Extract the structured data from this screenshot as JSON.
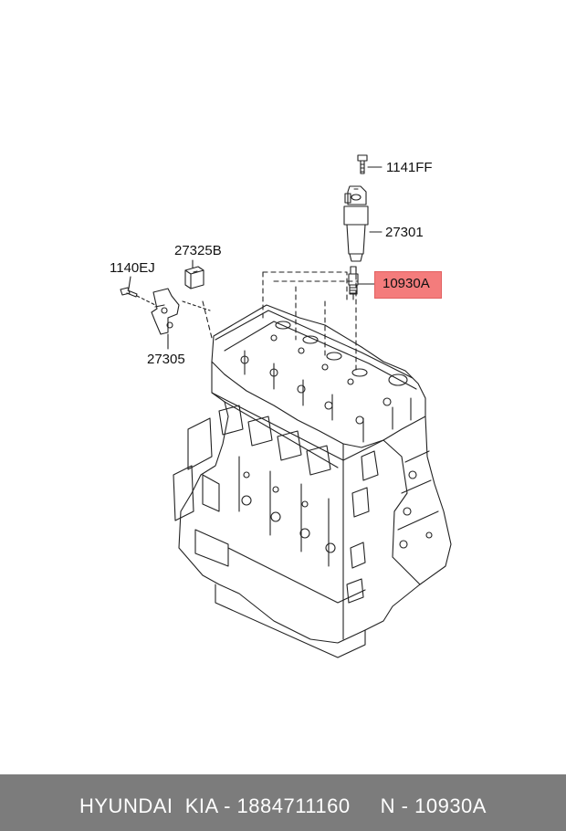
{
  "labels": {
    "bolt": "1141FF",
    "coil": "27301",
    "spark_plug": "10930A",
    "sensor": "27325B",
    "screw": "1140EJ",
    "bracket": "27305"
  },
  "highlight_color": "#f47c7c",
  "footer": {
    "text": "HYUNDAI  KIA - 1884711160     N - 10930A",
    "background": "#7c7c7c"
  },
  "icons": [
    "engine-block-drawing",
    "ignition-coil-drawing",
    "spark-plug-drawing",
    "bracket-drawing",
    "bolt-drawing",
    "sensor-drawing"
  ]
}
